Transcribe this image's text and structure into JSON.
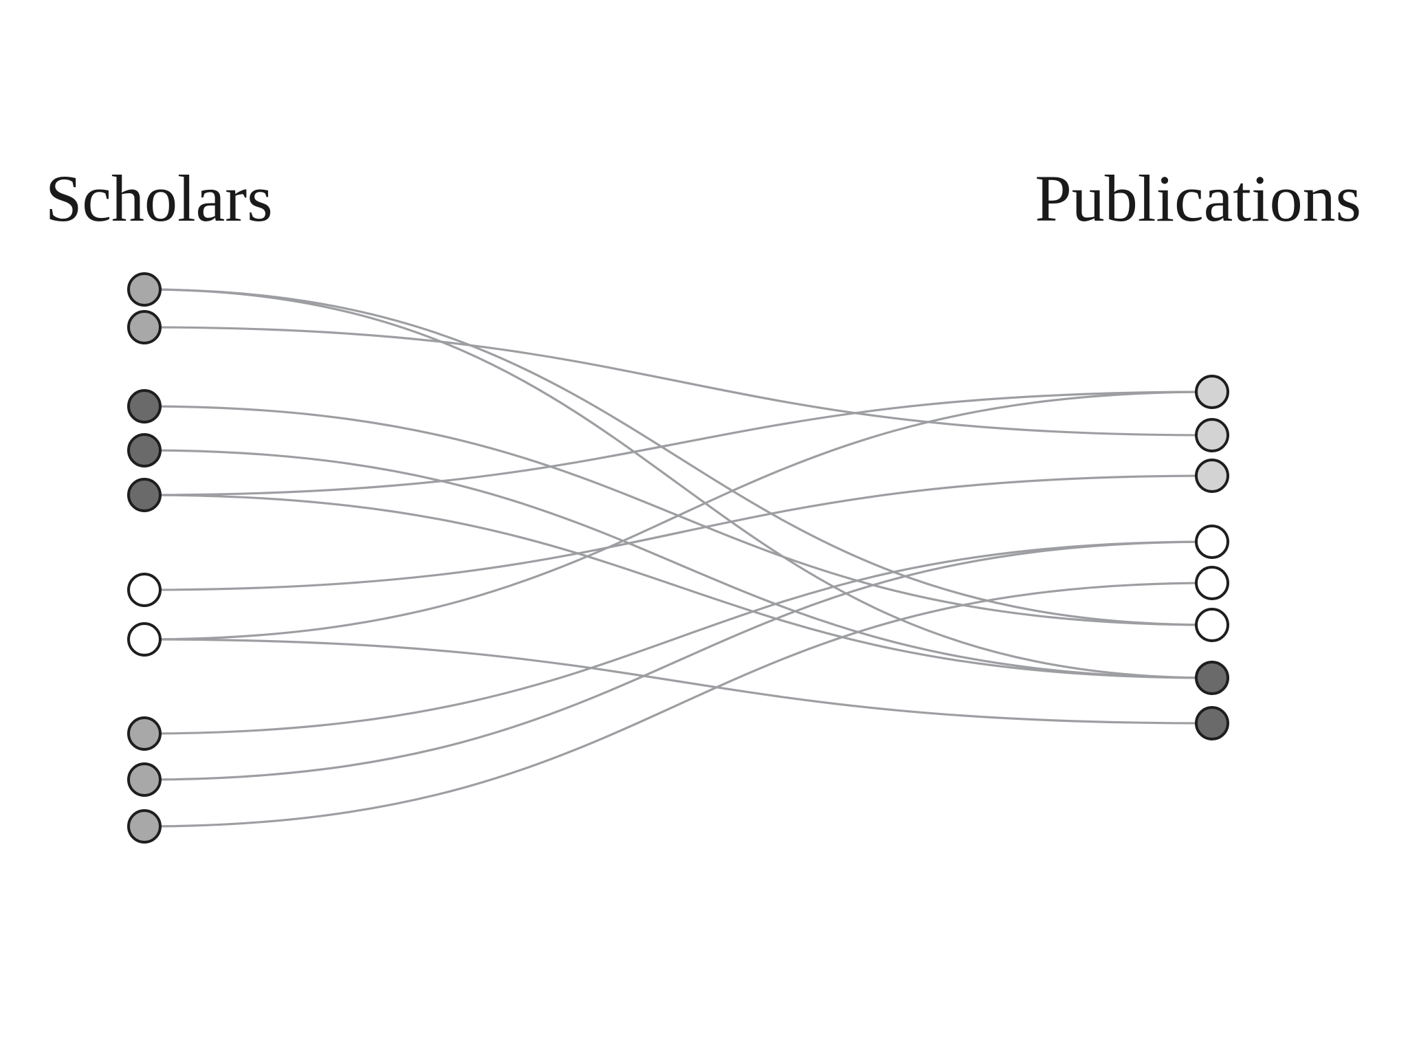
{
  "titles": {
    "left": "Scholars",
    "right": "Publications"
  },
  "colors": {
    "background": "#ffffff",
    "link": "#9d9ea2",
    "node_stroke": "#1e1e1e",
    "mid_gray": "#a8a8a8",
    "dark_gray": "#6a6a6a",
    "white": "#ffffff",
    "light_gray": "#d3d3d3"
  },
  "scholars": [
    {
      "id": "s1",
      "shade": "mid_gray"
    },
    {
      "id": "s2",
      "shade": "mid_gray"
    },
    {
      "id": "s3",
      "shade": "dark_gray"
    },
    {
      "id": "s4",
      "shade": "dark_gray"
    },
    {
      "id": "s5",
      "shade": "dark_gray"
    },
    {
      "id": "s6",
      "shade": "white"
    },
    {
      "id": "s7",
      "shade": "white"
    },
    {
      "id": "s8",
      "shade": "mid_gray"
    },
    {
      "id": "s9",
      "shade": "mid_gray"
    },
    {
      "id": "s10",
      "shade": "mid_gray"
    }
  ],
  "publications": [
    {
      "id": "p1",
      "shade": "light_gray"
    },
    {
      "id": "p2",
      "shade": "light_gray"
    },
    {
      "id": "p3",
      "shade": "light_gray"
    },
    {
      "id": "p4",
      "shade": "white"
    },
    {
      "id": "p5",
      "shade": "white"
    },
    {
      "id": "p6",
      "shade": "white"
    },
    {
      "id": "p7",
      "shade": "dark_gray"
    },
    {
      "id": "p8",
      "shade": "dark_gray"
    }
  ],
  "links": [
    {
      "from": "s1",
      "to": "p6"
    },
    {
      "from": "s1",
      "to": "p7"
    },
    {
      "from": "s2",
      "to": "p2"
    },
    {
      "from": "s3",
      "to": "p6"
    },
    {
      "from": "s4",
      "to": "p7"
    },
    {
      "from": "s5",
      "to": "p1"
    },
    {
      "from": "s5",
      "to": "p7"
    },
    {
      "from": "s6",
      "to": "p3"
    },
    {
      "from": "s7",
      "to": "p1"
    },
    {
      "from": "s7",
      "to": "p8"
    },
    {
      "from": "s8",
      "to": "p4"
    },
    {
      "from": "s9",
      "to": "p4"
    },
    {
      "from": "s10",
      "to": "p5"
    }
  ]
}
